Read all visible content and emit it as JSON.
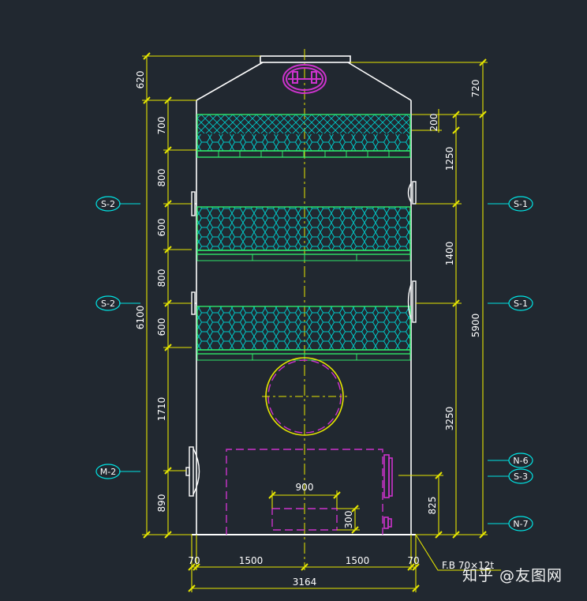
{
  "drawing": {
    "left_dims": [
      "620",
      "700",
      "800",
      "600",
      "800",
      "600",
      "1710",
      "890"
    ],
    "left_total": "6100",
    "right_dims_inner": [
      "200",
      "1250",
      "1400",
      "3250",
      "825"
    ],
    "right_dims_outer": [
      "720",
      "5900"
    ],
    "bottom_dims": [
      "70",
      "1500",
      "1500",
      "70"
    ],
    "bottom_total": "3164",
    "inner_dims": [
      "900",
      "300"
    ],
    "nozzle_tags_left": [
      "S-2",
      "S-2",
      "M-2"
    ],
    "nozzle_tags_right": [
      "S-1",
      "S-1",
      "N-6",
      "S-3",
      "N-7"
    ],
    "base_label": "F.B  70×12t",
    "watermark": "知乎 @友图网"
  },
  "colors": {
    "background": "#212830",
    "dim_line": "#e6e600",
    "dim_text": "#ffffff",
    "tag": "#00e5e5",
    "packing": "#2ee66a",
    "mesh": "#00c8c8",
    "flange": "#cc33cc"
  }
}
